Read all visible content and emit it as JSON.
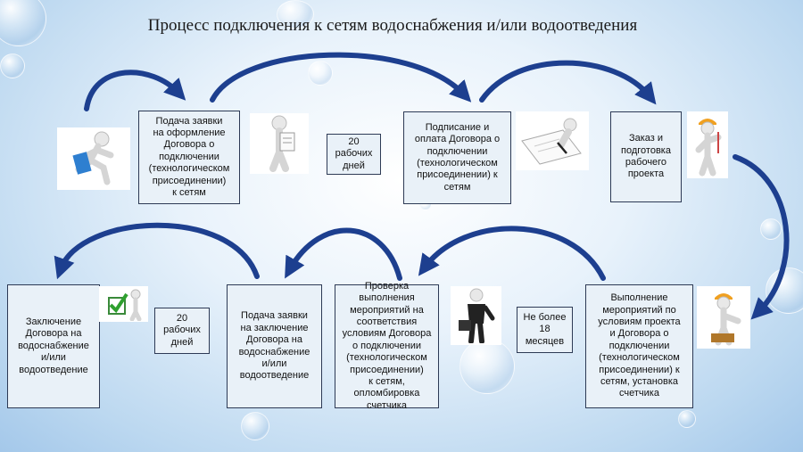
{
  "title": "Процесс подключения к сетям водоснабжения и/или водоотведения",
  "steps": {
    "s1": "Подача заявки\nна оформление\nДоговора о\nподключении\n(технологическом\nприсоединении)\nк сетям",
    "s2": "Подписание и\nоплата Договора о\nподключении\n(технологическом\nприсоединении) к\nсетям",
    "s3": "Заказ и\nподготовка\nрабочего\nпроекта",
    "s4": "Выполнение\nмероприятий по\nусловиям проекта\nи Договора о\nподключении\n(технологическом\nприсоединении) к\nсетям, установка\nсчетчика",
    "s5": "Проверка\nвыполнения\nмероприятий на\nсоответствия\nусловиям Договора\nо подключении\n(технологическом\nприсоединении)\nк сетям,\nопломбировка\nсчетчика",
    "s6": "Подача заявки\nна заключение\nДоговора на\nводоснабжение\nи/или\nводоотведение",
    "s7": "Заключение\nДоговора на\nводоснабжение\nи/или\nводоотведение"
  },
  "durations": {
    "d1": "20\nрабочих\nдней",
    "d2": "Не более\n18\nмесяцев",
    "d3": "20\nрабочих\nдней"
  },
  "icons": {
    "runner": "running-figure-icon",
    "clipboard": "figure-with-clipboard-icon",
    "signing": "figure-signing-document-icon",
    "engineer": "engineer-with-hardhat-icon",
    "inspector": "businessman-with-briefcase-icon",
    "worker": "worker-with-hardhat-icon",
    "checkbox": "green-checkbox-icon"
  },
  "colors": {
    "arrow": "#1d3f8f",
    "box_border": "#2d3a55",
    "box_fill": "#e9f1f8"
  }
}
